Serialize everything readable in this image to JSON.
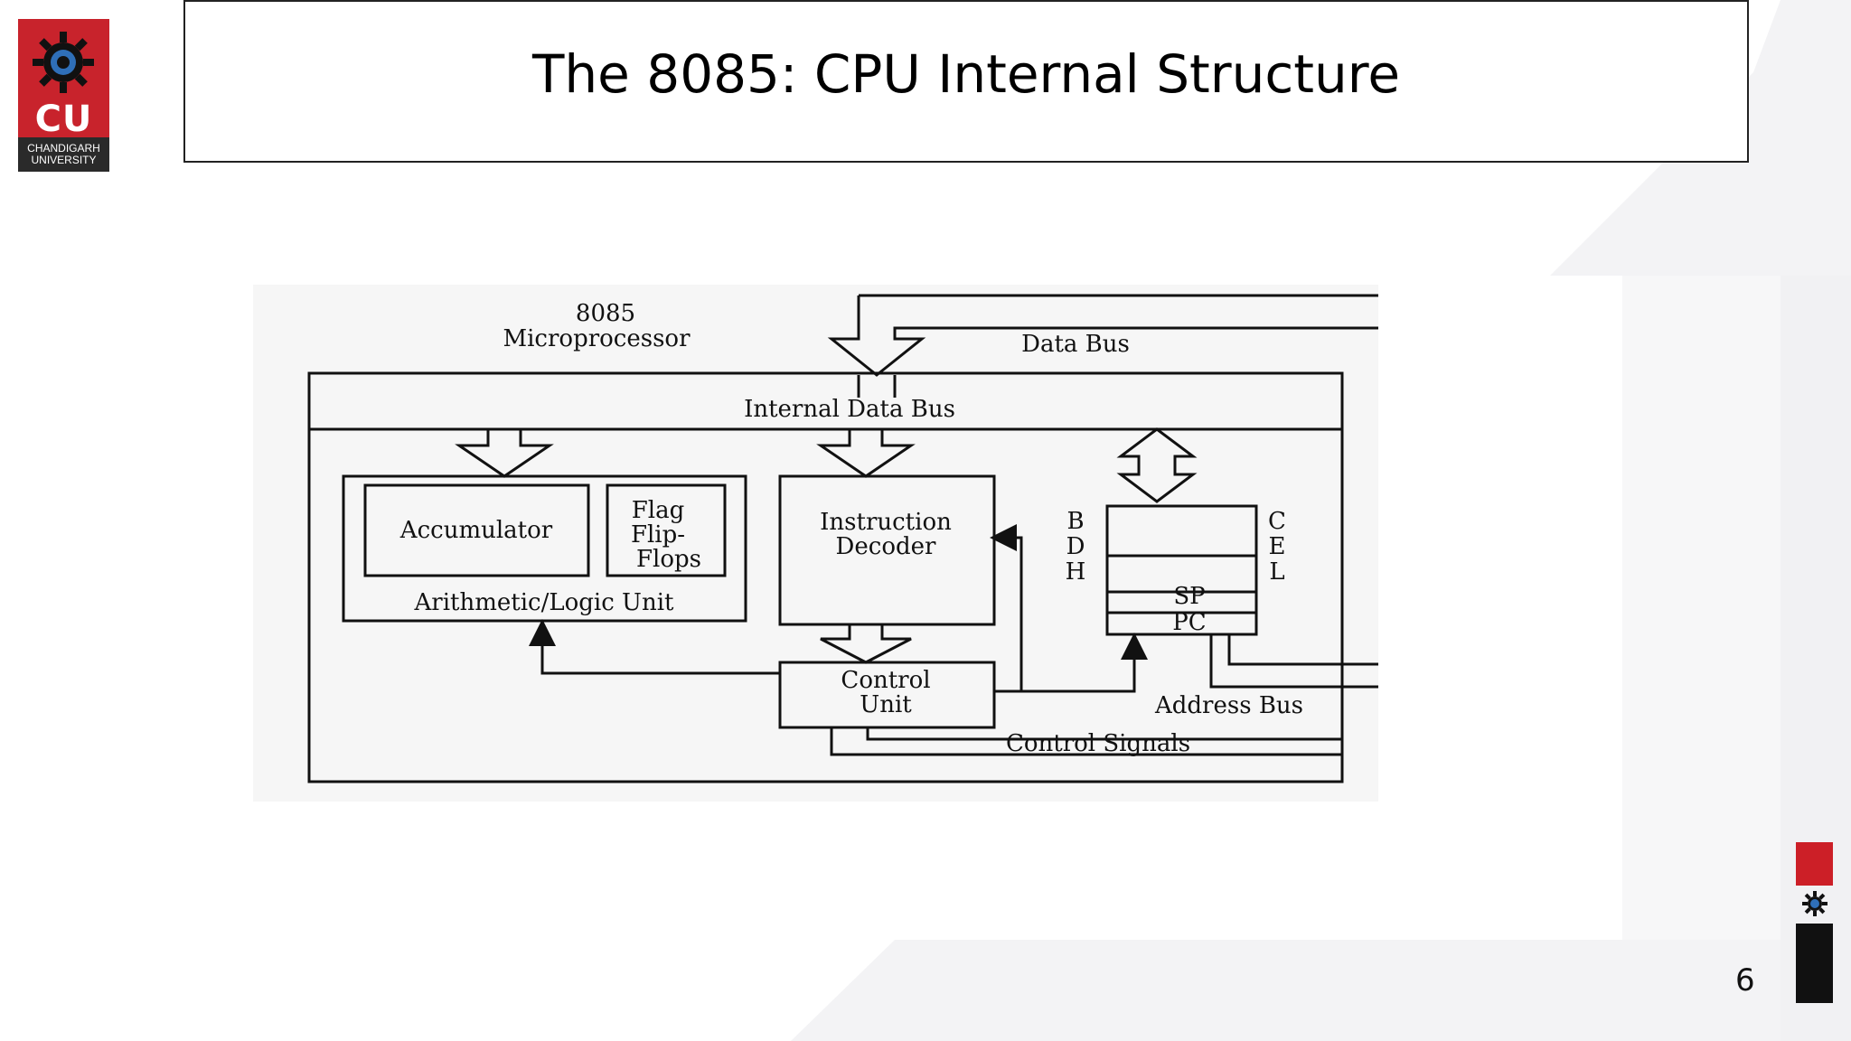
{
  "logo": {
    "short": "CU",
    "line1": "CHANDIGARH",
    "line2": "UNIVERSITY"
  },
  "title": "The 8085: CPU Internal Structure",
  "diagram": {
    "microprocessor_line1": "8085",
    "microprocessor_line2": "Microprocessor",
    "data_bus": "Data Bus",
    "internal_data_bus": "Internal Data Bus",
    "accumulator": "Accumulator",
    "flag_line1": "Flag",
    "flag_line2": "Flip-",
    "flag_line3": "Flops",
    "alu": "Arithmetic/Logic Unit",
    "decoder_line1": "Instruction",
    "decoder_line2": "Decoder",
    "reg_b": "B",
    "reg_d": "D",
    "reg_h": "H",
    "reg_c": "C",
    "reg_e": "E",
    "reg_l": "L",
    "sp": "SP",
    "pc": "PC",
    "control_line1": "Control",
    "control_line2": "Unit",
    "address_bus": "Address Bus",
    "control_signals": "Control Signals"
  },
  "page_number": "6",
  "colors": {
    "brand_red": "#c8232c",
    "dark": "#111111"
  }
}
